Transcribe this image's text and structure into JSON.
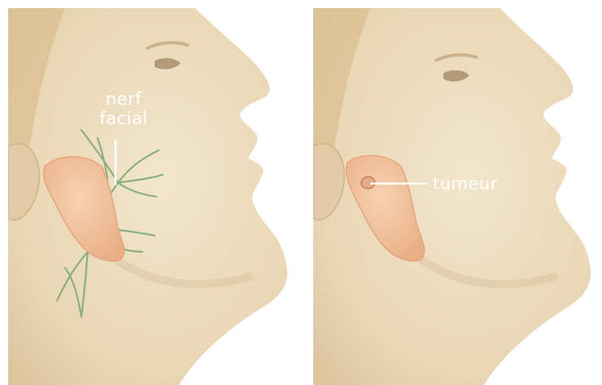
{
  "left_panel": {
    "label_line1": "nerf",
    "label_line2": "facial"
  },
  "right_panel": {
    "label": "tumeur"
  },
  "colors": {
    "skin": "#eddcbd",
    "skin_shadow": "#d9c29a",
    "gland": "#f2c39e",
    "nerve": "#8ab07c",
    "label_text": "#ffffff"
  }
}
